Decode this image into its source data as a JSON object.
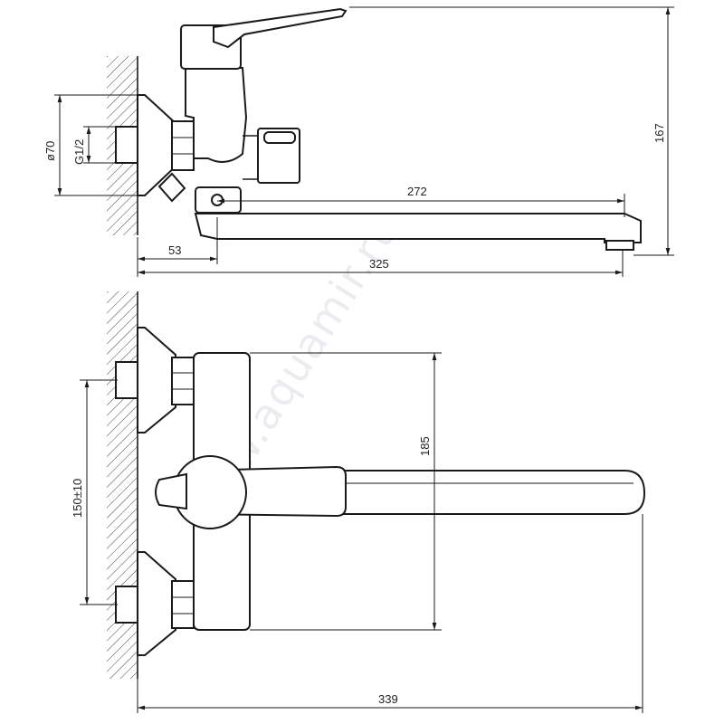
{
  "watermark": "www.aquamir.ru",
  "top_view": {
    "dims": {
      "height_total": "167",
      "spout_length": "272",
      "offset": "53",
      "overall": "325",
      "flange_diameter": "ø70",
      "thread": "G1/2"
    }
  },
  "front_view": {
    "dims": {
      "center_distance": "150±10",
      "body_height": "185",
      "overall_width": "339"
    }
  }
}
